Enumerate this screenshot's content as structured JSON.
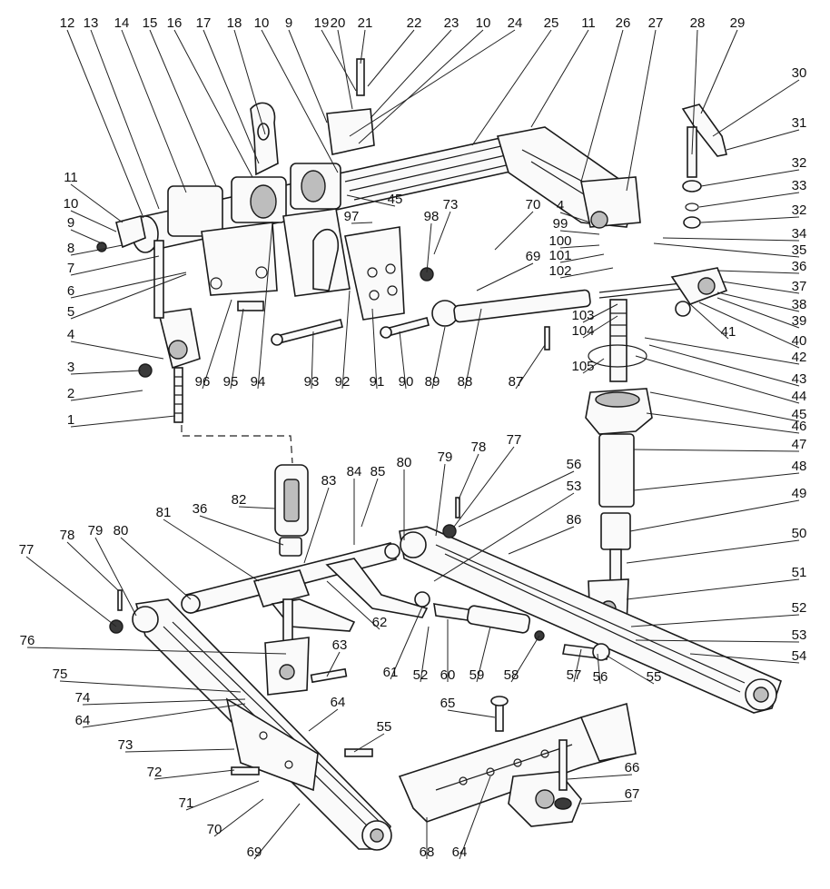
{
  "diagram": {
    "labels": [
      {
        "text": "12"
      },
      {
        "text": "13"
      },
      {
        "text": "14"
      },
      {
        "text": "15"
      },
      {
        "text": "16"
      },
      {
        "text": "17"
      },
      {
        "text": "18"
      },
      {
        "text": "10"
      },
      {
        "text": "9"
      },
      {
        "text": "19"
      },
      {
        "text": "20"
      },
      {
        "text": "21"
      },
      {
        "text": "22"
      },
      {
        "text": "23"
      },
      {
        "text": "10"
      },
      {
        "text": "24"
      },
      {
        "text": "25"
      },
      {
        "text": "11"
      },
      {
        "text": "26"
      },
      {
        "text": "27"
      },
      {
        "text": "28"
      },
      {
        "text": "29"
      },
      {
        "text": "30"
      },
      {
        "text": "31"
      },
      {
        "text": "32"
      },
      {
        "text": "33"
      },
      {
        "text": "32"
      },
      {
        "text": "34"
      },
      {
        "text": "35"
      },
      {
        "text": "36"
      },
      {
        "text": "37"
      },
      {
        "text": "38"
      },
      {
        "text": "39"
      },
      {
        "text": "40"
      },
      {
        "text": "41"
      },
      {
        "text": "42"
      },
      {
        "text": "43"
      },
      {
        "text": "44"
      },
      {
        "text": "45"
      },
      {
        "text": "46"
      },
      {
        "text": "47"
      },
      {
        "text": "48"
      },
      {
        "text": "49"
      },
      {
        "text": "50"
      },
      {
        "text": "51"
      },
      {
        "text": "52"
      },
      {
        "text": "53"
      },
      {
        "text": "54"
      },
      {
        "text": "11"
      },
      {
        "text": "10"
      },
      {
        "text": "9"
      },
      {
        "text": "8"
      },
      {
        "text": "7"
      },
      {
        "text": "6"
      },
      {
        "text": "5"
      },
      {
        "text": "4"
      },
      {
        "text": "3"
      },
      {
        "text": "2"
      },
      {
        "text": "1"
      },
      {
        "text": "96"
      },
      {
        "text": "95"
      },
      {
        "text": "94"
      },
      {
        "text": "93"
      },
      {
        "text": "92"
      },
      {
        "text": "91"
      },
      {
        "text": "90"
      },
      {
        "text": "89"
      },
      {
        "text": "88"
      },
      {
        "text": "87"
      },
      {
        "text": "45"
      },
      {
        "text": "97"
      },
      {
        "text": "98"
      },
      {
        "text": "73"
      },
      {
        "text": "70"
      },
      {
        "text": "69"
      },
      {
        "text": "4"
      },
      {
        "text": "99"
      },
      {
        "text": "100"
      },
      {
        "text": "101"
      },
      {
        "text": "102"
      },
      {
        "text": "103"
      },
      {
        "text": "104"
      },
      {
        "text": "105"
      },
      {
        "text": "82"
      },
      {
        "text": "36"
      },
      {
        "text": "83"
      },
      {
        "text": "84"
      },
      {
        "text": "85"
      },
      {
        "text": "80"
      },
      {
        "text": "79"
      },
      {
        "text": "78"
      },
      {
        "text": "77"
      },
      {
        "text": "56"
      },
      {
        "text": "53"
      },
      {
        "text": "86"
      },
      {
        "text": "77"
      },
      {
        "text": "78"
      },
      {
        "text": "79"
      },
      {
        "text": "80"
      },
      {
        "text": "81"
      },
      {
        "text": "62"
      },
      {
        "text": "76"
      },
      {
        "text": "63"
      },
      {
        "text": "75"
      },
      {
        "text": "74"
      },
      {
        "text": "64"
      },
      {
        "text": "64"
      },
      {
        "text": "55"
      },
      {
        "text": "73"
      },
      {
        "text": "72"
      },
      {
        "text": "71"
      },
      {
        "text": "70"
      },
      {
        "text": "69"
      },
      {
        "text": "68"
      },
      {
        "text": "64"
      },
      {
        "text": "65"
      },
      {
        "text": "66"
      },
      {
        "text": "67"
      },
      {
        "text": "61"
      },
      {
        "text": "52"
      },
      {
        "text": "60"
      },
      {
        "text": "59"
      },
      {
        "text": "58"
      },
      {
        "text": "57"
      },
      {
        "text": "56"
      },
      {
        "text": "55"
      }
    ]
  }
}
